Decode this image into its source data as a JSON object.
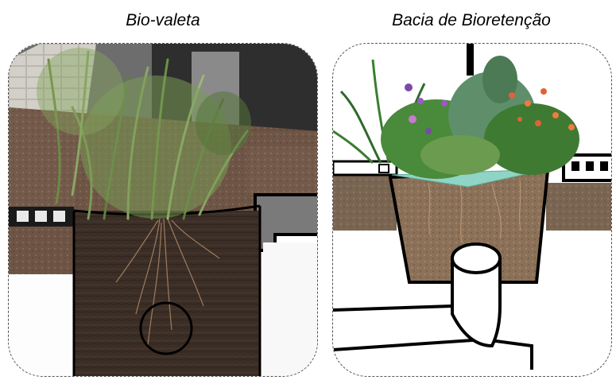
{
  "captions": {
    "left": "Bio-valeta",
    "right": "Bacia de Bioretenção"
  },
  "illustrations": {
    "left": {
      "name": "bioswale-cross-section",
      "colors": {
        "soil_top": "#6b5040",
        "trench_soil": "#3f3128",
        "grass": "#7a9a55",
        "road": "#c9c9c9"
      }
    },
    "right": {
      "name": "bioretention-basin-cross-section",
      "colors": {
        "soil": "#7a6552",
        "basin_soil": "#8c7159",
        "water": "#8fd4c4",
        "foliage": "#3f7a32"
      }
    }
  }
}
